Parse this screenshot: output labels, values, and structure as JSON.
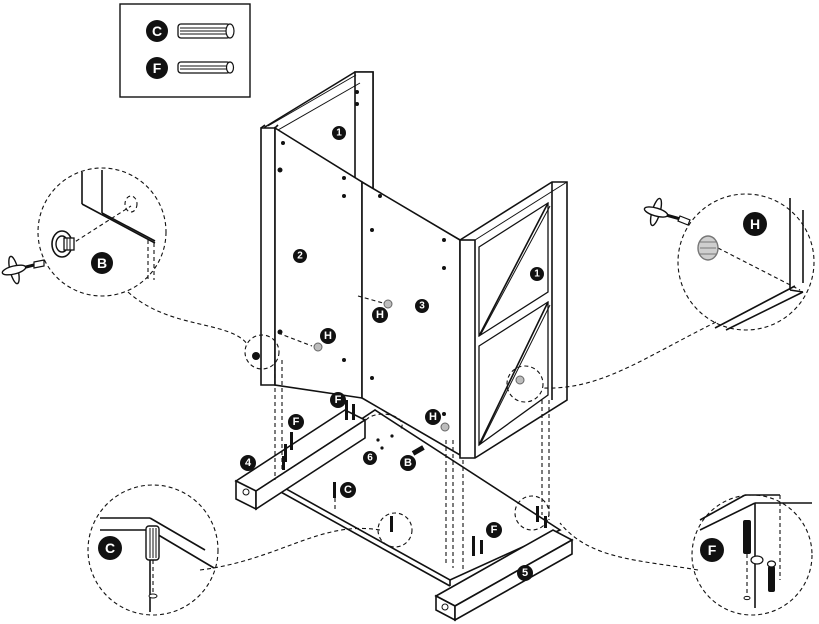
{
  "legend": {
    "items": [
      {
        "letter": "C",
        "part": "wood-dowel-long"
      },
      {
        "letter": "F",
        "part": "wood-dowel-short"
      }
    ]
  },
  "panel_labels": {
    "panel_1_rear": "1",
    "panel_1_side": "1",
    "panel_2": "2",
    "panel_3": "3",
    "rail_4": "4",
    "rail_5": "5",
    "base_6": "6"
  },
  "hardware_labels": {
    "H_center": "H",
    "H_left": "H",
    "H_right": "H",
    "H_zoom_right": "H",
    "B_center": "B",
    "B_zoom_left": "B",
    "F_left": "F",
    "F_center": "F",
    "F_right_base": "F",
    "F_zoom_right": "F",
    "C_center": "C",
    "C_zoom_left": "C"
  },
  "colors": {
    "ink": "#111111",
    "paper": "#ffffff",
    "cam_gray": "#bdbdbd"
  }
}
